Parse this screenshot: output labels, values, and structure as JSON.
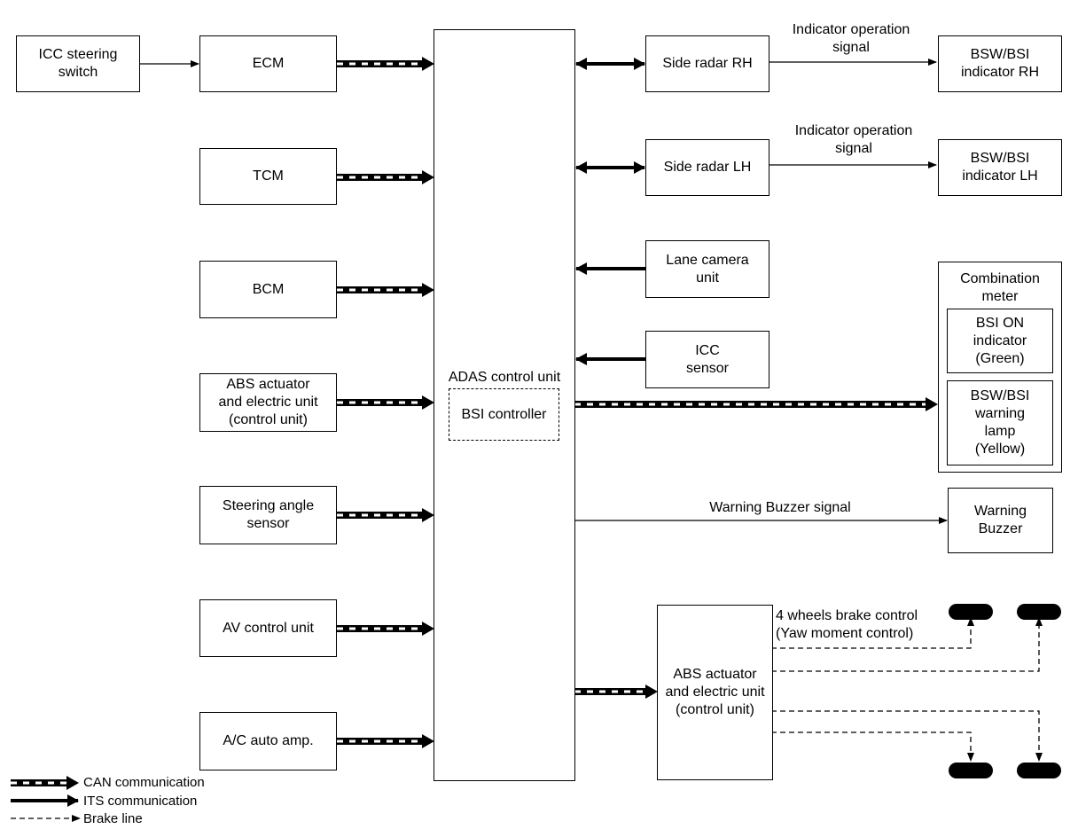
{
  "boxes": {
    "icc_steering_switch": "ICC steering\nswitch",
    "ecm": "ECM",
    "tcm": "TCM",
    "bcm": "BCM",
    "abs_left": "ABS actuator\nand electric unit\n(control unit)",
    "steering_angle_sensor": "Steering angle\nsensor",
    "av_control_unit": "AV control unit",
    "ac_auto_amp": "A/C auto amp.",
    "adas_control_unit": "ADAS control unit",
    "bsi_controller": "BSI controller",
    "side_radar_rh": "Side radar RH",
    "side_radar_lh": "Side radar LH",
    "lane_camera_unit": "Lane camera\nunit",
    "icc_sensor": "ICC\nsensor",
    "bsw_bsi_indicator_rh": "BSW/BSI\nindicator RH",
    "bsw_bsi_indicator_lh": "BSW/BSI\nindicator LH",
    "combination_meter": "Combination\nmeter",
    "bsi_on_indicator": "BSI ON\nindicator\n(Green)",
    "bsw_bsi_warning_lamp": "BSW/BSI\nwarning\nlamp\n(Yellow)",
    "warning_buzzer": "Warning\nBuzzer",
    "abs_right": "ABS actuator\nand electric unit\n(control unit)"
  },
  "signals": {
    "indicator_operation_rh": "Indicator  operation\nsignal",
    "indicator_operation_lh": "Indicator operation\nsignal",
    "warning_buzzer_signal": "Warning Buzzer signal",
    "brake_control": "4 wheels brake control\n(Yaw moment control)"
  },
  "legend": {
    "can": "CAN communication",
    "its": "ITS communication",
    "brake": "Brake line"
  }
}
